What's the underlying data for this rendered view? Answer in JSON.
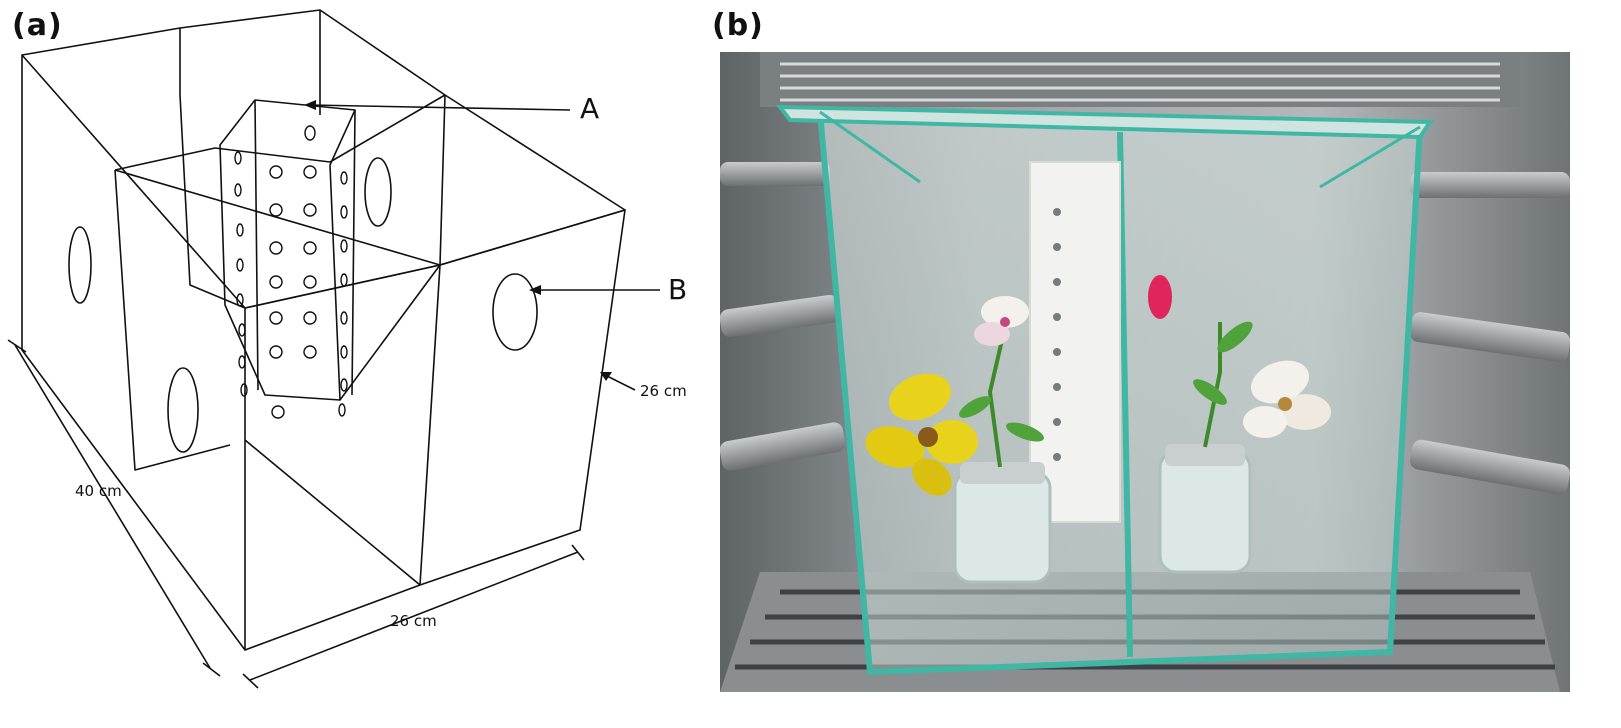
{
  "panels": {
    "a": {
      "label": "(a)"
    },
    "b": {
      "label": "(b)"
    }
  },
  "diagram": {
    "callouts": {
      "A": "A",
      "B": "B"
    },
    "dimensions": {
      "height": "26 cm",
      "depth": "40 cm",
      "width": "26 cm"
    }
  },
  "colors": {
    "line": "#111111",
    "glass_edge": "#3fb7a4",
    "steel": "#8f9497",
    "flower_yellow": "#e8d21c",
    "flower_white": "#f4f1ec"
  }
}
